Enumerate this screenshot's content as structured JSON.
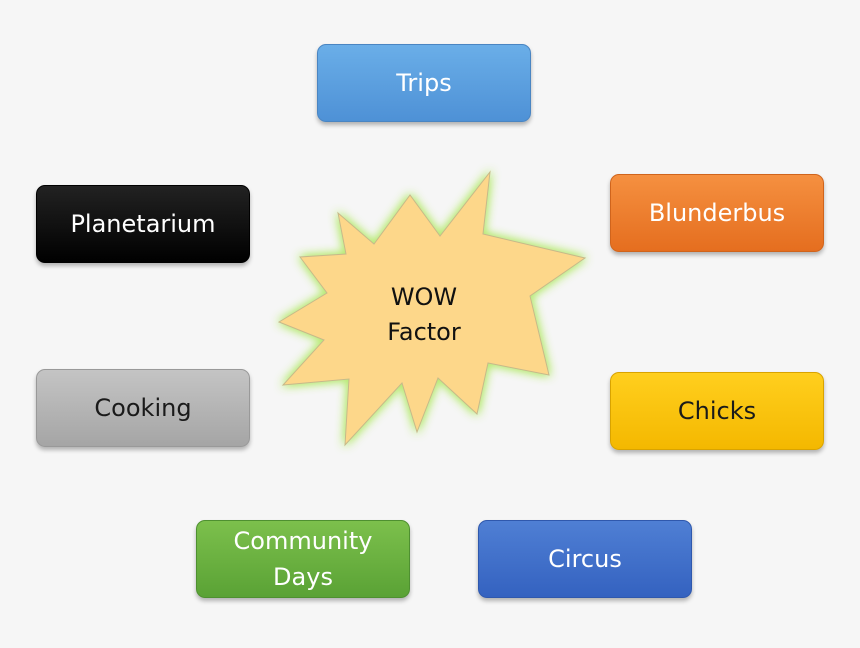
{
  "center": {
    "lines": [
      "WOW",
      "Factor"
    ],
    "fill": "#fdd78a",
    "glow": "#b6ea70"
  },
  "boxes": {
    "trips": "Trips",
    "planetarium": "Planetarium",
    "blunderbus": "Blunderbus",
    "cooking": "Cooking",
    "chicks": "Chicks",
    "community": "Community Days",
    "circus": "Circus"
  },
  "colors": {
    "trips": "#5b9bd5",
    "planetarium": "#000000",
    "blunderbus": "#ed7d31",
    "cooking": "#a5a5a5",
    "chicks": "#ffc000",
    "community": "#70ad47",
    "circus": "#4472c4"
  }
}
